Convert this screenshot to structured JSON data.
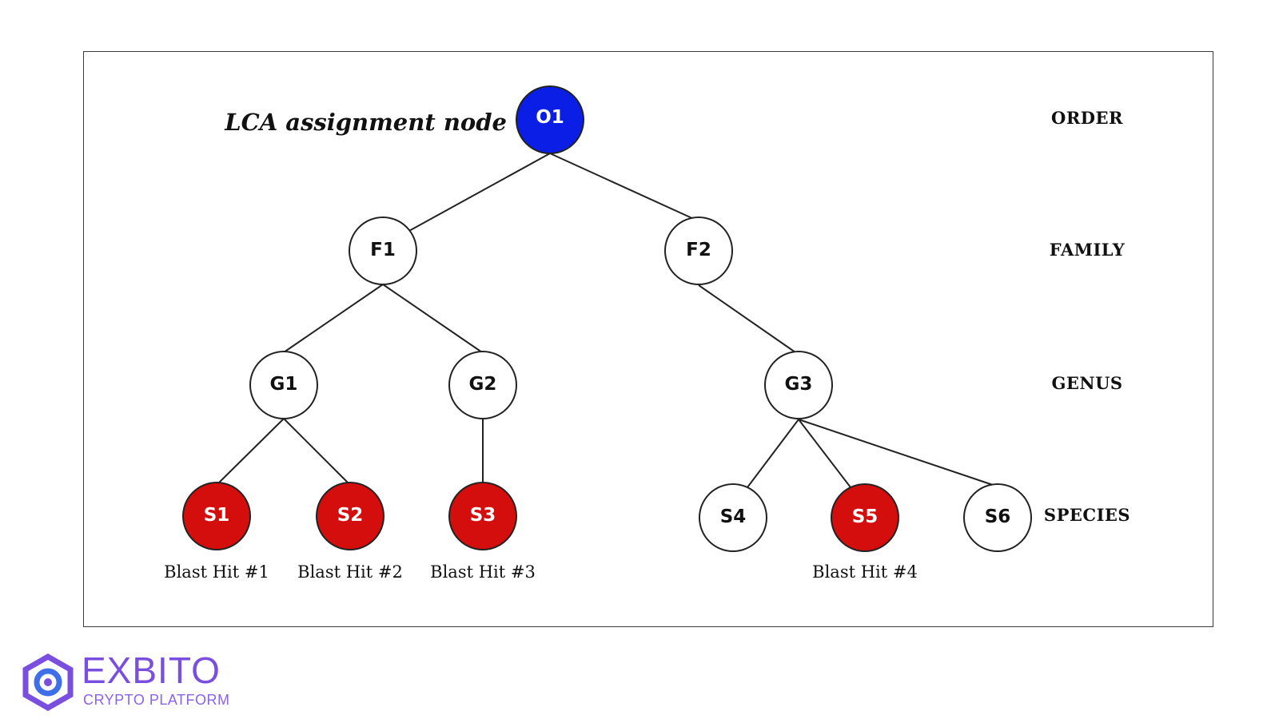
{
  "lca_label": "LCA assignment node",
  "ranks": {
    "order": "ORDER",
    "family": "FAMILY",
    "genus": "GENUS",
    "species": "SPECIES"
  },
  "nodes": {
    "o1": "O1",
    "f1": "F1",
    "f2": "F2",
    "g1": "G1",
    "g2": "G2",
    "g3": "G3",
    "s1": "S1",
    "s2": "S2",
    "s3": "S3",
    "s4": "S4",
    "s5": "S5",
    "s6": "S6"
  },
  "hits": {
    "h1": "Blast Hit #1",
    "h2": "Blast Hit #2",
    "h3": "Blast Hit #3",
    "h4": "Blast Hit #4"
  },
  "colors": {
    "lca_node": "#0a1ee6",
    "hit_node": "#d40d0d",
    "plain_node": "#ffffff",
    "edge": "#222222",
    "brand": "#7a4fe0"
  },
  "brand": {
    "name": "EXBITO",
    "tagline": "CRYPTO PLATFORM"
  }
}
